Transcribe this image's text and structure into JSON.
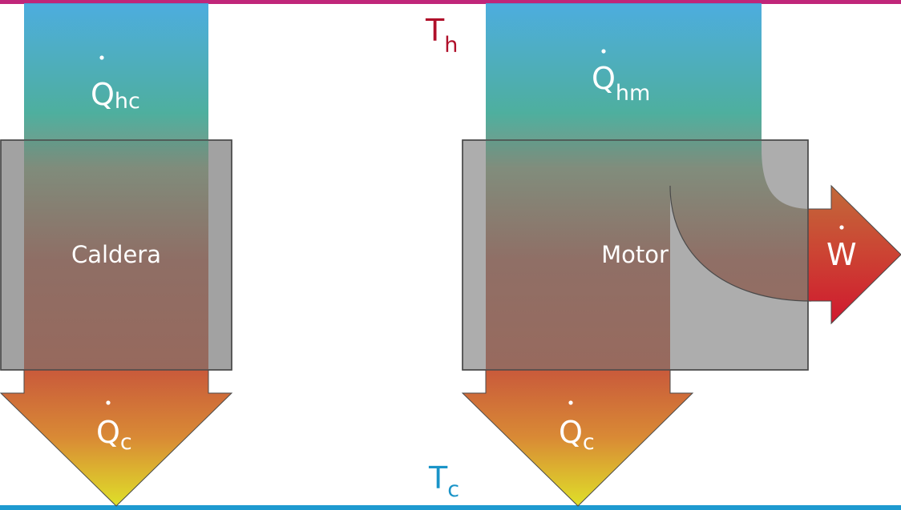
{
  "temperatures": {
    "hot": {
      "symbol": "T",
      "subscript": "h",
      "color": "#b0102a",
      "line_color": "#c0267a"
    },
    "cold": {
      "symbol": "T",
      "subscript": "c",
      "color": "#1a94c8",
      "line_color": "#1e9ad0"
    }
  },
  "boiler": {
    "name": "Caldera",
    "heat_in": {
      "symbol": "Q",
      "subscript": "hc"
    },
    "heat_out": {
      "symbol": "Q",
      "subscript": "c"
    }
  },
  "engine": {
    "name": "Motor",
    "heat_in": {
      "symbol": "Q",
      "subscript": "hm"
    },
    "heat_out": {
      "symbol": "Q",
      "subscript": "c"
    },
    "work": {
      "symbol": "W"
    }
  },
  "colors": {
    "hot_flow": "#3ea6dc",
    "mid_flow": "#3fa896",
    "body_flow": "#8d6a60",
    "cold_flow_top": "#c95a3b",
    "cold_flow_bottom": "#dfe029",
    "work_tip": "#d0182e",
    "device_fill": "#9e9e9e"
  }
}
